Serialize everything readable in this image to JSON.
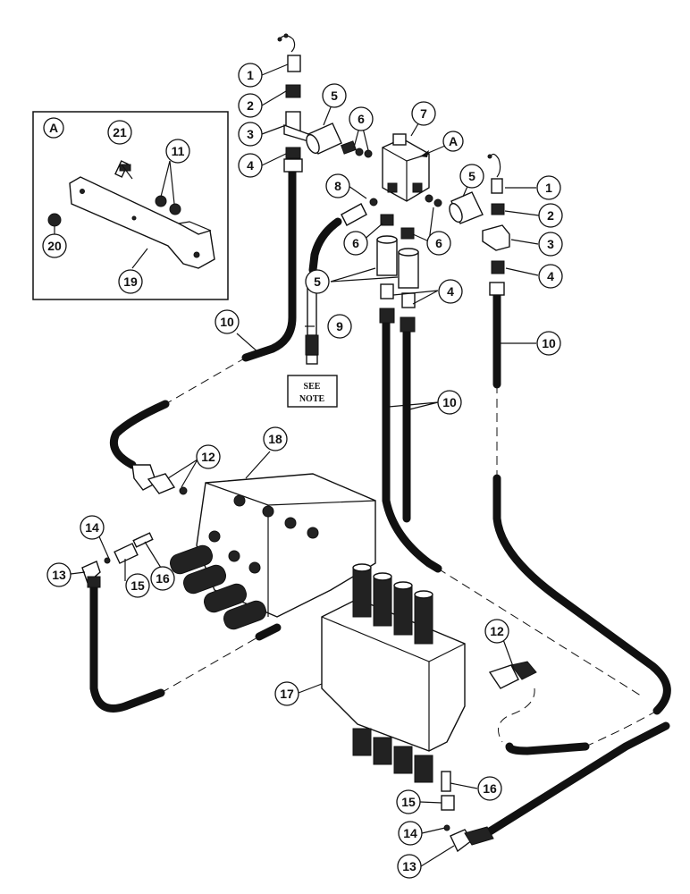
{
  "detail": {
    "view_letter": "A"
  },
  "pointer": {
    "view_letter": "A"
  },
  "note": {
    "line1": "SEE",
    "line2": "NOTE"
  },
  "callouts": [
    "1",
    "2",
    "3",
    "4",
    "5",
    "6",
    "7",
    "8",
    "9",
    "10",
    "11",
    "12",
    "13",
    "14",
    "15",
    "16",
    "17",
    "18",
    "19",
    "20",
    "21"
  ]
}
